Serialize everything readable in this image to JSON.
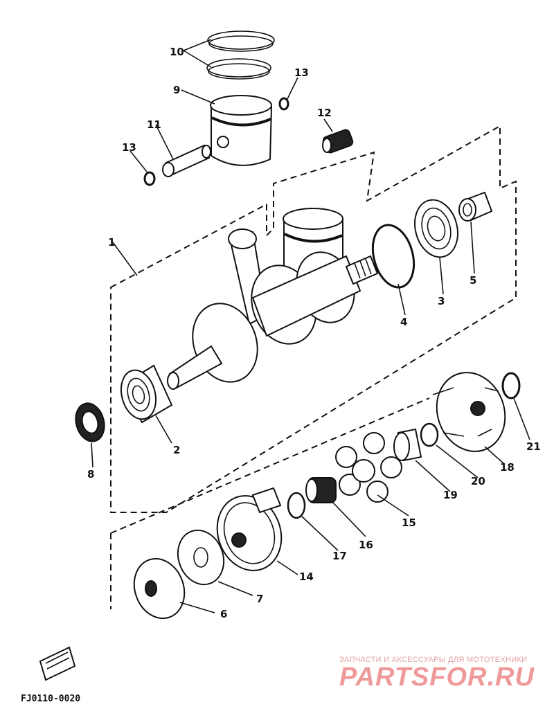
{
  "diagram": {
    "callouts": {
      "p1": "1",
      "p2": "2",
      "p3": "3",
      "p4": "4",
      "p5": "5",
      "p6": "6",
      "p7": "7",
      "p8": "8",
      "p9": "9",
      "p10": "10",
      "p11": "11",
      "p12": "12",
      "p13a": "13",
      "p13b": "13",
      "p14": "14",
      "p15": "15",
      "p16": "16",
      "p17": "17",
      "p18": "18",
      "p19": "19",
      "p20": "20",
      "p21": "21"
    },
    "drawing_code": "FJ0110-0020"
  },
  "watermark": {
    "tagline": "ЗАПЧАСТИ И АКСЕССУАРЫ ДЛЯ МОТОТЕХНИКИ",
    "brand": "PARTSFOR.RU"
  }
}
